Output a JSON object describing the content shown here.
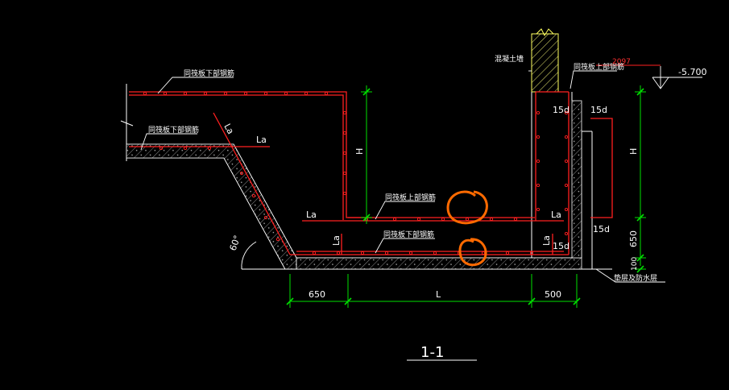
{
  "drawing": {
    "title": "1-1",
    "labels": {
      "top_slab_bottom_bar": "同筏板下部钢筋",
      "left_slab_bottom_bar": "同筏板下部钢筋",
      "pit_top_bar": "同筏板上部钢筋",
      "pit_bottom_bar": "同筏板下部钢筋",
      "concrete_wall": "混凝土墙",
      "right_top_bar": "同筏板上部钢筋",
      "cushion_layer": "垫层及防水层",
      "red_value": "2097",
      "elevation": "-5.700",
      "angle": "60°"
    },
    "anchors": {
      "la_diag": "La",
      "la_top": "La",
      "la_mid_left": "La",
      "la_mid_right": "La",
      "la_vert_left": "La",
      "la_vert_right": "La"
    },
    "hooks": {
      "d15_top_inner": "15d",
      "d15_top_outer": "15d",
      "d15_bottom_outer": "15d",
      "d15_bottom_inner": "15d"
    },
    "dimensions": {
      "h_left": "H",
      "h_right": "H",
      "v650": "650",
      "v100": "100",
      "b650": "650",
      "bL": "L",
      "b500": "500"
    }
  },
  "colors": {
    "rebar": "#ff2020",
    "dimension": "#00e000",
    "concrete": "#ffffff",
    "wall": "#ffff60",
    "markup": "#ff6a00",
    "leader": "#ffffff"
  }
}
